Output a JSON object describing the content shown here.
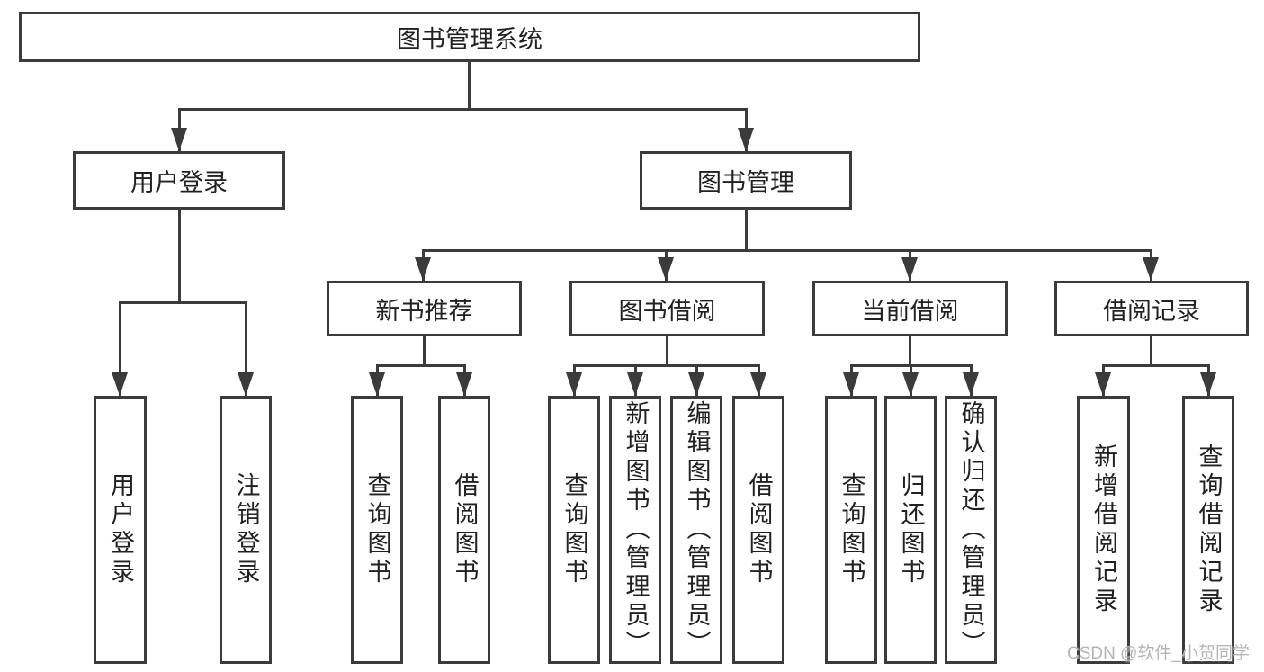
{
  "colors": {
    "line": "#3b3b3b",
    "text": "#212121",
    "watermark": "#b5b5b5",
    "bg": "#ffffff"
  },
  "tree": {
    "root": {
      "label": "图书管理系统",
      "children": [
        {
          "label": "用户登录",
          "children": [
            {
              "label": "用户登录"
            },
            {
              "label": "注销登录"
            }
          ]
        },
        {
          "label": "图书管理",
          "children": [
            {
              "label": "新书推荐",
              "children": [
                {
                  "label": "查询图书"
                },
                {
                  "label": "借阅图书"
                }
              ]
            },
            {
              "label": "图书借阅",
              "children": [
                {
                  "label": "查询图书"
                },
                {
                  "label": "新增图书（管理员）"
                },
                {
                  "label": "编辑图书（管理员）"
                },
                {
                  "label": "借阅图书"
                }
              ]
            },
            {
              "label": "当前借阅",
              "children": [
                {
                  "label": "查询图书"
                },
                {
                  "label": "归还图书"
                },
                {
                  "label": "确认归还（管理员）"
                }
              ]
            },
            {
              "label": "借阅记录",
              "children": [
                {
                  "label": "新增借阅记录"
                },
                {
                  "label": "查询借阅记录"
                }
              ]
            }
          ]
        }
      ]
    }
  },
  "watermark": {
    "text": "CSDN @软件_小贺同学"
  }
}
